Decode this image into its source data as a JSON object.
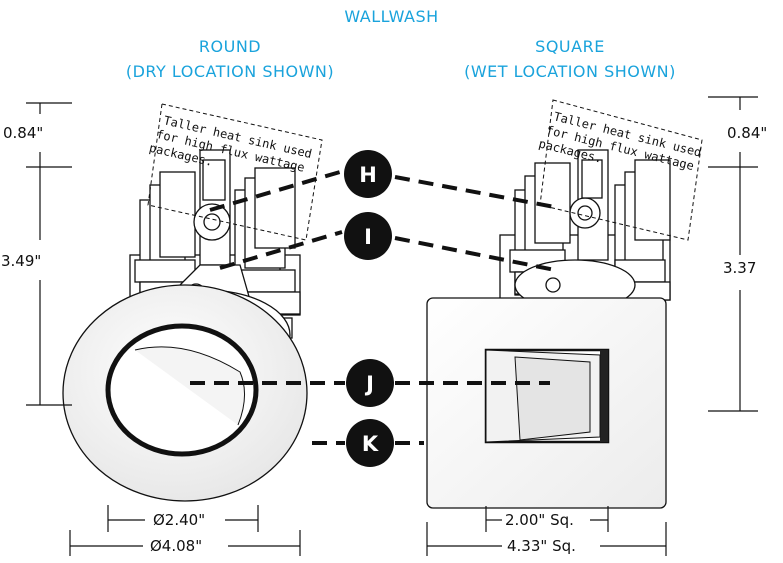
{
  "header": {
    "title": "WALLWASH",
    "left_line1": "ROUND",
    "left_line2": "(DRY LOCATION SHOWN)",
    "right_line1": "SQUARE",
    "right_line2": "(WET LOCATION SHOWN)"
  },
  "notes": {
    "left": [
      "Taller heat sink used",
      "for high flux wattage",
      "packages."
    ],
    "right": [
      "Taller heat sink used",
      "for high flux wattage",
      "packages."
    ]
  },
  "labels": [
    "H",
    "I",
    "J",
    "K"
  ],
  "dimensions": {
    "left_heatsink_height": "0.84\"",
    "left_body_height": "3.49\"",
    "right_heatsink_height": "0.84\"",
    "right_body_height": "3.37",
    "round_aperture": "Ø2.40\"",
    "round_overall": "Ø4.08\"",
    "square_aperture": "2.00\" Sq.",
    "square_overall": "4.33\" Sq."
  },
  "colors": {
    "header": "#1aa3dc",
    "line": "#111111"
  }
}
